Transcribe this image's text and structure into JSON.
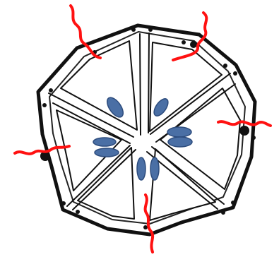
{
  "diagram": {
    "panel_count": 6,
    "blue_oval_groups": 5,
    "red_strands": 5,
    "colors": {
      "outline": "#111111",
      "fill": "#ffffff",
      "oval_fill": "#4a6fa5",
      "oval_stroke": "#2d4c7d",
      "strand": "#ff1111"
    }
  }
}
